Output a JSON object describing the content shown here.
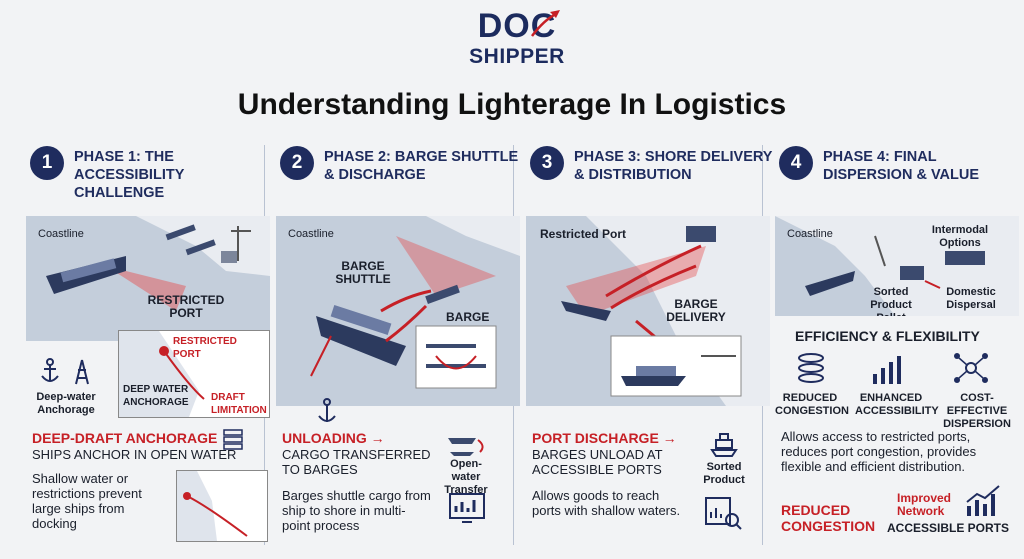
{
  "logo": {
    "line1": "DOC",
    "line2": "SHIPPER"
  },
  "title": "Understanding Lighterage In Logistics",
  "phases": [
    {
      "number": "1",
      "title": "PHASE 1: THE ACCESSIBILITY CHALLENGE",
      "map_labels": {
        "coastline": "Coastline",
        "restricted_port": "RESTRICTED PORT"
      },
      "inset_labels": {
        "restricted_port": "RESTRICTED PORT",
        "deep_water_anchorage": "DEEP WATER ANCHORAGE",
        "draft_limitation": "DRAFT LIMITATION"
      },
      "icon_label": "Deep-water Anchorage",
      "section_head": "DEEP-DRAFT ANCHORAGE",
      "section_sub": "SHIPS ANCHOR IN OPEN WATER",
      "body": "Shallow water or restrictions prevent large ships from docking"
    },
    {
      "number": "2",
      "title": "PHASE 2: BARGE SHUTTLE & DISCHARGE",
      "map_labels": {
        "coastline": "Coastline",
        "barge_shuttle": "BARGE SHUTTLE",
        "barge": "BARGE"
      },
      "section_head": "UNLOADING →",
      "section_sub": "CARGO TRANSFERRED TO BARGES",
      "icon_label": "Open-water Transfer",
      "body": "Barges shuttle cargo from ship to shore in multi-point process"
    },
    {
      "number": "3",
      "title": "PHASE 3: SHORE DELIVERY & DISTRIBUTION",
      "map_labels": {
        "restricted_port": "Restricted Port",
        "barge_delivery": "BARGE DELIVERY"
      },
      "section_head": "PORT DISCHARGE →",
      "section_sub": "BARGES UNLOAD AT ACCESSIBLE PORTS",
      "icon_label": "Sorted Product",
      "body": "Allows goods to reach ports with shallow waters."
    },
    {
      "number": "4",
      "title": "PHASE 4: FINAL DISPERSION & VALUE",
      "map_labels": {
        "coastline": "Coastline",
        "intermodal": "Intermodal Options",
        "pallet": "Sorted Product Pallet",
        "domestic": "Domestic Dispersal"
      },
      "efficiency": "EFFICIENCY & FLEXIBILITY",
      "benefits": [
        "REDUCED CONGESTION",
        "ENHANCED ACCESSIBILITY",
        "COST-EFFECTIVE DISPERSION"
      ],
      "body": "Allows access to restricted ports, reduces port congestion, provides flexible and efficient distribution.",
      "bottom": {
        "reduced": "REDUCED CONGESTION",
        "improved": "Improved Network",
        "accessible": "ACCESSIBLE PORTS"
      }
    }
  ],
  "colors": {
    "navy": "#1f2c5e",
    "red": "#c62026",
    "water": "#c4cedb",
    "land": "#e9ecf1"
  }
}
